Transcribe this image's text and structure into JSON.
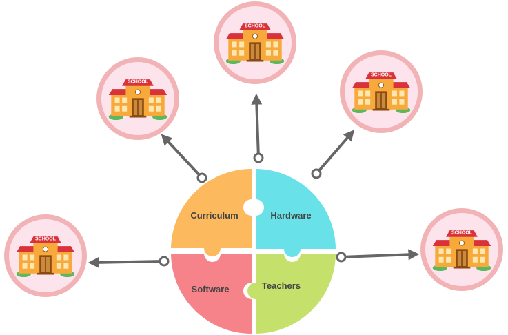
{
  "colors": {
    "curriculum": "#fdb95d",
    "hardware": "#68e2e8",
    "software": "#f6838a",
    "teachers": "#c5e16c",
    "ring": "#f2b3b7",
    "ring_fill": "#fde4ec",
    "connector": "#666666"
  },
  "puzzle": {
    "pieces": [
      {
        "id": "curriculum",
        "label": "Curriculum"
      },
      {
        "id": "hardware",
        "label": "Hardware"
      },
      {
        "id": "software",
        "label": "Software"
      },
      {
        "id": "teachers",
        "label": "Teachers"
      }
    ]
  },
  "school_sign": "SCHOOL",
  "schools": [
    {
      "id": "top-left"
    },
    {
      "id": "top"
    },
    {
      "id": "top-right"
    },
    {
      "id": "left"
    },
    {
      "id": "right"
    }
  ]
}
